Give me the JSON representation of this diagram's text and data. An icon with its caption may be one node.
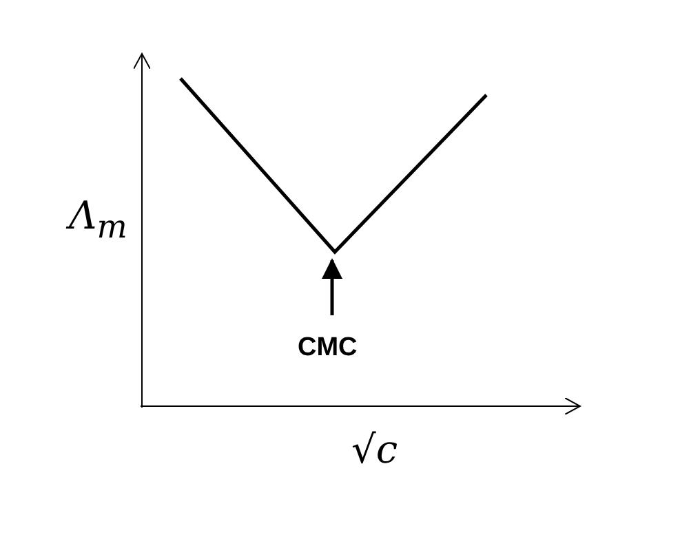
{
  "diagram": {
    "nodes": [
      {
        "text": [
          "CMC"
        ]
      },
      {
        "text": [],
        "shape": "picture"
      }
    ],
    "edges": [
      {
        "from": 0,
        "to": 1,
        "arrow": "to"
      }
    ],
    "labels": [
      "Λ$_{m}$",
      "√*c*"
    ]
  }
}
